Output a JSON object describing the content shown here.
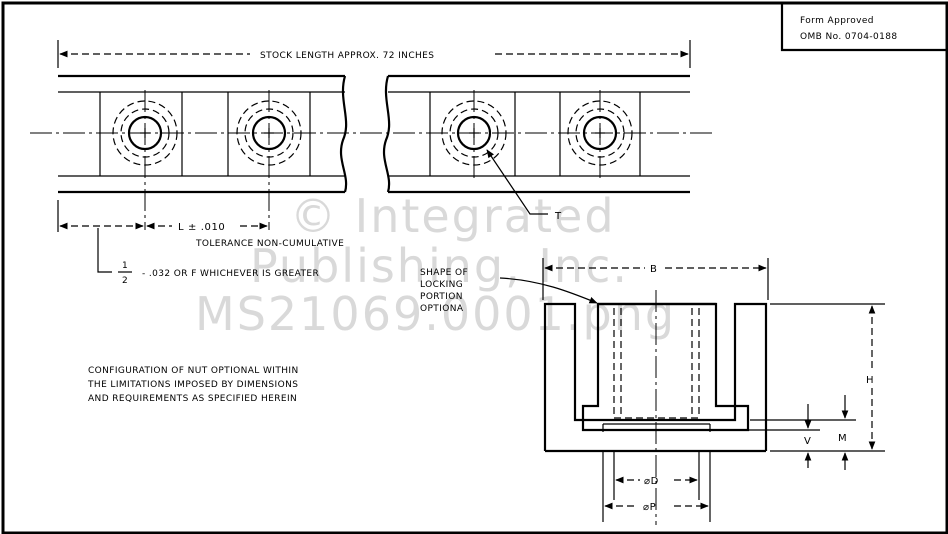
{
  "form_box": {
    "line1": "Form Approved",
    "line2": "OMB No. 0704-0188"
  },
  "top_view": {
    "stock_length_label": "STOCK LENGTH APPROX. 72 INCHES",
    "pitch_label": "L ± .010",
    "tolerance_label": "TOLERANCE NON-CUMULATIVE",
    "end_fraction_num": "1",
    "end_fraction_den": "2",
    "end_label": "- .032 OR F WHICHEVER IS GREATER",
    "thread_callout": "T"
  },
  "note": {
    "line1": "CONFIGURATION OF NUT OPTIONAL WITHIN",
    "line2": "THE LIMITATIONS IMPOSED BY DIMENSIONS",
    "line3": "AND REQUIREMENTS AS SPECIFIED HEREIN"
  },
  "section_view": {
    "shape_note_line1": "SHAPE OF",
    "shape_note_line2": "LOCKING",
    "shape_note_line3": "PORTION",
    "shape_note_line4": "OPTIONA",
    "dim_b": "B",
    "dim_h": "H",
    "dim_m": "M",
    "dim_v": "V",
    "dim_d": "⌀D",
    "dim_p": "⌀P"
  },
  "watermark": {
    "line1": "© Integrated",
    "line2": "Publishing, Inc.",
    "line3": "MS21069.0001.png"
  }
}
